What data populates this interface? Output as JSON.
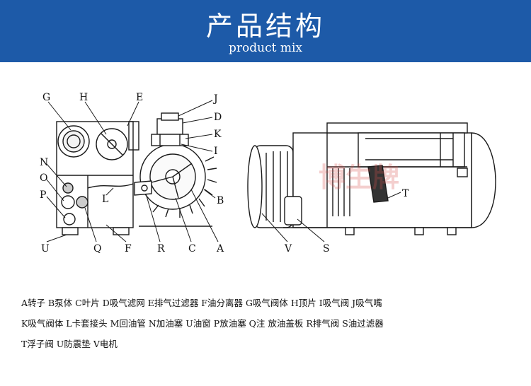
{
  "header": {
    "title": "产品结构",
    "subtitle": "product mix",
    "background": "#1d5aa8"
  },
  "diagram": {
    "callouts_top": [
      "G",
      "H",
      "E",
      "J",
      "D",
      "K",
      "I"
    ],
    "callouts_left": [
      "N",
      "O",
      "P"
    ],
    "callouts_bottom": [
      "U",
      "Q",
      "F",
      "R",
      "C",
      "A",
      "V",
      "S"
    ],
    "callouts_other": [
      "B",
      "L",
      "T"
    ],
    "watermark_text": "博生牌"
  },
  "legend": {
    "lines": [
      "A转子 B泵体 C叶片 D吸气滤网 E排气过滤器 F油分离器 G吸气阀体 H顶片 I吸气阀 J吸气嘴",
      "K吸气阀体 L卡套接头 M回油管 N加油塞 U油窗 P放油塞 Q注 放油盖板 R排气阀 S油过滤器",
      "T浮子阀 U防震垫 V电机"
    ]
  }
}
